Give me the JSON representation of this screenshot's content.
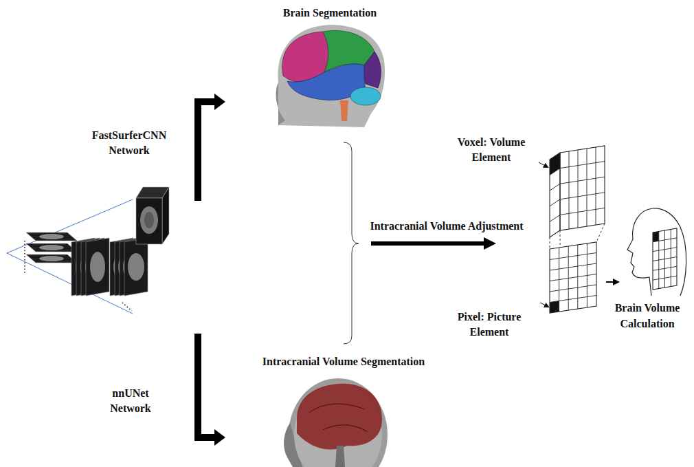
{
  "diagram": {
    "nodes": [
      {
        "text": [
          "Brain Segmentation"
        ]
      },
      {
        "text": [
          "Intracranial Volume Segmentation"
        ]
      },
      {
        "text": [
          "Brain Volume Calculation"
        ]
      }
    ],
    "labels": [
      "FastSurferCNN Network",
      "nnUNet Network",
      "Intracranial Volume Adjustment",
      "Voxel: Volume Element",
      "Pixel: Picture Element"
    ]
  }
}
